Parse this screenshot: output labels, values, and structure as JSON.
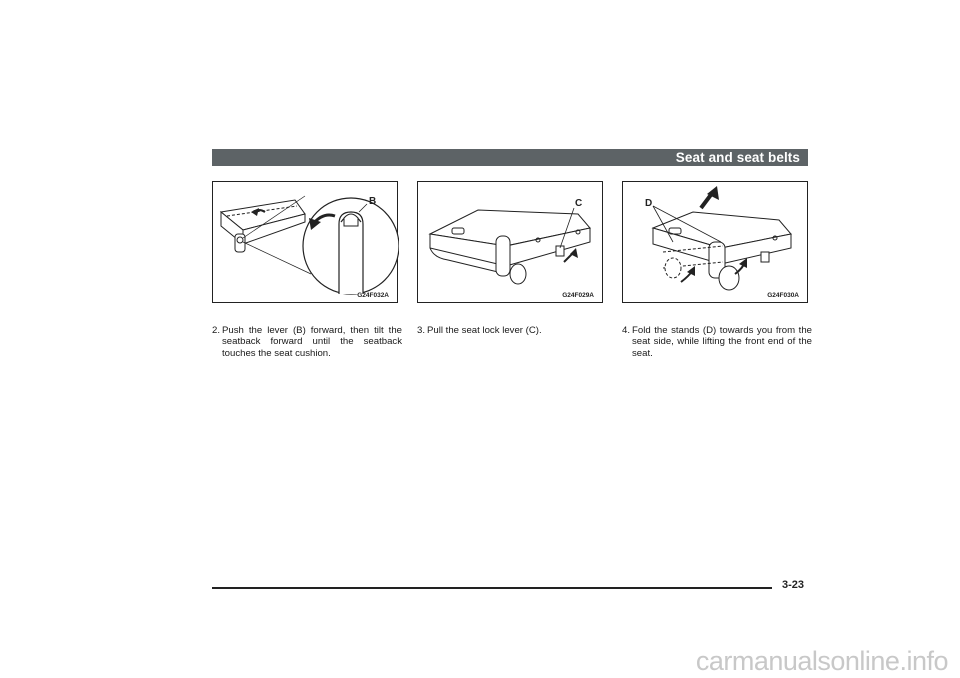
{
  "header": {
    "title": "Seat and seat belts"
  },
  "figures": [
    {
      "code": "G24F032A",
      "label": "B"
    },
    {
      "code": "G24F029A",
      "label": "C"
    },
    {
      "code": "G24F030A",
      "label": "D"
    }
  ],
  "steps": [
    {
      "number": "2.",
      "text": "Push the lever (B) forward, then tilt the seatback forward until the seatback touches the seat cushion."
    },
    {
      "number": "3.",
      "text": "Pull the seat lock lever (C)."
    },
    {
      "number": "4.",
      "text": "Fold the stands (D) towards you from the seat side, while lifting the front end of the seat."
    }
  ],
  "footer": {
    "page_number": "3-23"
  },
  "watermark": {
    "text": "carmanualsonline.info"
  }
}
